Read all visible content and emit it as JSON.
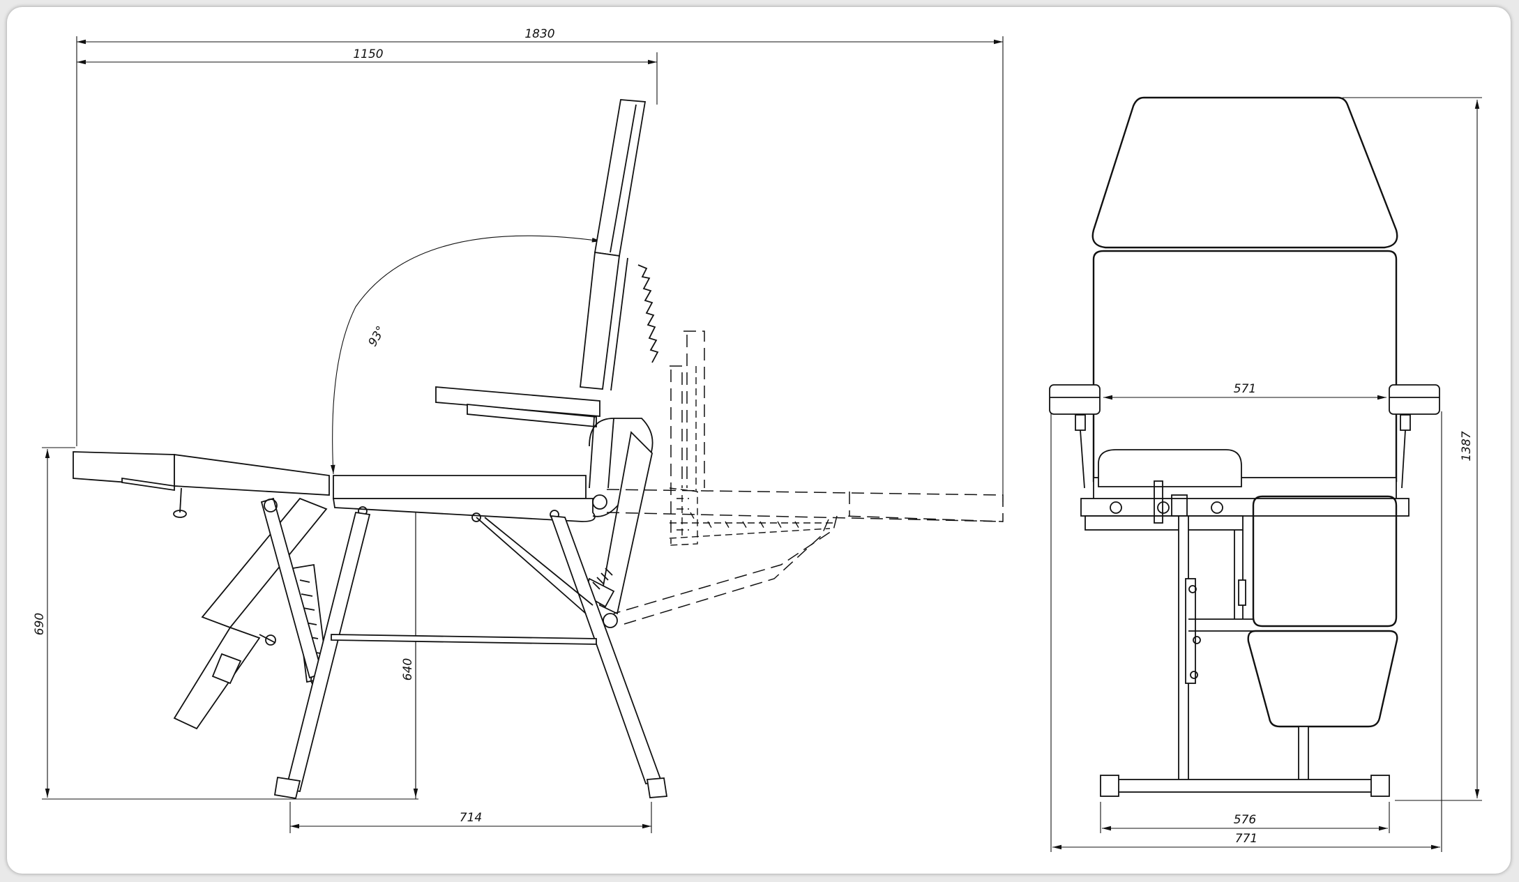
{
  "dimensions": {
    "overall_length": "1830",
    "seat_to_back_length": "1150",
    "back_angle": "93°",
    "backrest_height": "690",
    "seat_height": "640",
    "leg_span": "714",
    "armrest_inner_width": "571",
    "total_height": "1387",
    "base_width": "576",
    "total_width": "771"
  }
}
